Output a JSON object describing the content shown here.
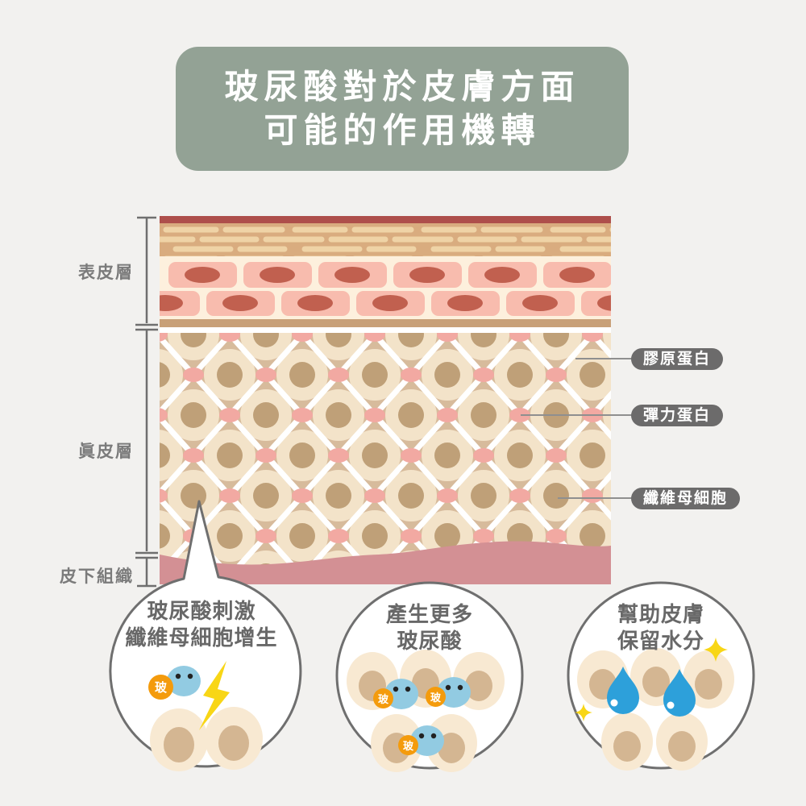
{
  "title": {
    "line1": "玻尿酸對於皮膚方面",
    "line2": "可能的作用機轉"
  },
  "skin_diagram": {
    "layer_labels": {
      "epidermis": "表皮層",
      "dermis": "眞皮層",
      "subcutaneous": "皮下組織"
    },
    "annotations": [
      {
        "id": "collagen",
        "label": "膠原蛋白"
      },
      {
        "id": "elastin",
        "label": "彈力蛋白"
      },
      {
        "id": "fibroblast",
        "label": "纖維母細胞"
      }
    ]
  },
  "bubbles": [
    {
      "line1": "玻尿酸刺激",
      "line2": "纖維母細胞增生"
    },
    {
      "line1": "產生更多",
      "line2": "玻尿酸"
    },
    {
      "line1": "幫助皮膚",
      "line2": "保留水分"
    }
  ],
  "ha_badge_label": "玻",
  "colors": {
    "background": "#f2f1ef",
    "title_bg": "#93a295",
    "title_text": "#ffffff",
    "annotation_pill_bg": "#6c6b6b",
    "text_gray": "#686868",
    "epidermis_top": "#ae4f4b",
    "stratum_bg": "#d9ac7f",
    "stratum_capsule": "#efd3a6",
    "epidermis_cream": "#fdf0dd",
    "epidermis_cell_pink": "#f8bcae",
    "epidermis_nucleus": "#c1604f",
    "basement_band": "#c8a078",
    "dermis_bg": "#d7bb9c",
    "dermis_circle_outer": "#f3e3c9",
    "dermis_circle_inner": "#bfa078",
    "dermis_oval_pink": "#f2a9a2",
    "subcutaneous_pink": "#d39094",
    "bubble_border": "#6f6f6f",
    "ha_orange": "#f49b0c",
    "ha_cell_blue": "#92cbe2",
    "lightning_yellow": "#f8d616",
    "water_drop_blue": "#2da0da",
    "cell_cream": "#f8e9d2",
    "cell_nucleus_tan": "#d4b692"
  }
}
